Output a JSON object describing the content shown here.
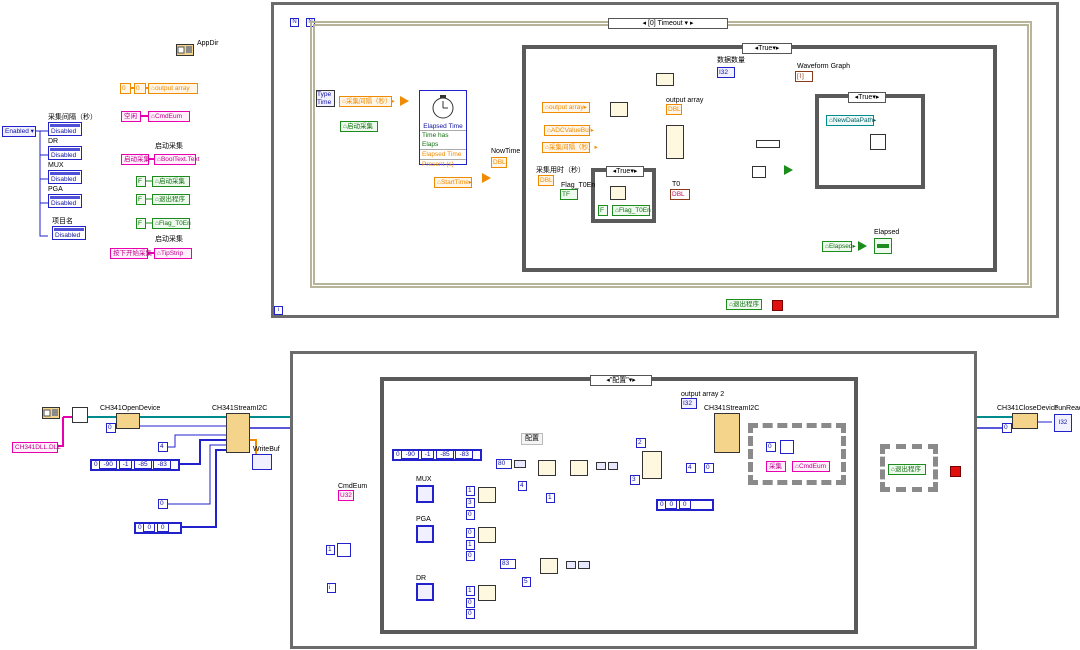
{
  "top": {
    "app_dir": "AppDir",
    "loop_index": "i",
    "loop_count": "N",
    "event_selector": "[0] Timeout",
    "case_outer": "True",
    "case_inner": "True",
    "case_t0": "True",
    "type_label": "Type",
    "time_label": "Time",
    "elapsed_title": "Elapsed Time",
    "elapsed_outputs": [
      "Time has Elaps",
      "Elapsed Time",
      "Present (s)"
    ],
    "controls": {
      "sample_interval": "采集间隔（秒）",
      "start_sampling": "启动采集",
      "start_time": "StartTime",
      "output_array_ref": "output array",
      "adc_value_buf": "ADCValueBuf",
      "sample_interval2": "采集间隔（秒）",
      "flag_t0en_ref": "Flag_T0En",
      "new_data_path": "NewDataPath",
      "elapsed_ref": "Elapsed",
      "exit_ref": "退出程序"
    },
    "labels": {
      "now_time": "NowTime",
      "sample_time_used": "采集用时（秒）",
      "flag_t0en": "Flag_T0En",
      "t0": "T0",
      "data_count": "数据数量",
      "output_array": "output array",
      "waveform_graph": "Waveform Graph",
      "elapsed": "Elapsed",
      "dbl": "DBL",
      "tf": "TF",
      "i32": "I32"
    }
  },
  "left_panel": {
    "enabled_value": "Enabled",
    "props": [
      {
        "label": "采集间隔（秒）",
        "value": "Disabled"
      },
      {
        "label": "DR",
        "value": "Disabled"
      },
      {
        "label": "MUX",
        "value": "Disabled"
      },
      {
        "label": "PGA",
        "value": "Disabled"
      },
      {
        "label": "项目名",
        "value": "Disabled"
      }
    ],
    "output_array_const": "0",
    "output_array_local": "output array",
    "idle_const": "空闲",
    "cmd_eum_local": "CmdEum",
    "start_sampling_label": "启动采集",
    "start_sampling_const": "启动采集",
    "bool_text": "BoolText.Text",
    "false_const": "F",
    "start_sampling_local": "启动采集",
    "exit_local": "退出程序",
    "flag_t0en_local": "Flag_T0En",
    "start_tip_label": "启动采集",
    "start_tip_const": "按下开始采集",
    "tip_strip": "TipStrip"
  },
  "bottom": {
    "dll_path": "CH341DLL.DLL",
    "open_device": "CH341OpenDevice",
    "stream_i2c": "CH341StreamI2C",
    "stream_i2c2": "CH341StreamI2C",
    "close_device": "CH341CloseDevice",
    "fun_read": "FunRead",
    "write_buf": "WriteBuf",
    "output_array2": "output array 2",
    "event_selector": "\"配置\"",
    "cmd_eum": "CmdEum",
    "cmd_eum_type": "U32",
    "config_label": "配置",
    "mux": "MUX",
    "pga": "PGA",
    "dr": "DR",
    "sample_const": "采集",
    "cmd_eum_local2": "CmdEum",
    "exit_local": "退出程序",
    "array1": [
      "-90",
      "-1",
      "-85",
      "-83"
    ],
    "array2": [
      "-90",
      "-1",
      "-85",
      "-83"
    ],
    "array3": [
      "0",
      "0"
    ],
    "array4": [
      "0",
      "0"
    ],
    "array_idx": "0",
    "consts": {
      "c0a": "0",
      "c4": "4",
      "c0b": "0",
      "c2": "2",
      "c3": "3",
      "c4b": "4",
      "c0c": "0",
      "c1": "1",
      "c0d": "0",
      "c3b": "3",
      "c0e": "0",
      "c1b": "1",
      "c5": "5",
      "c0f": "0",
      "c0g": "0",
      "h80": "80",
      "h83": "83",
      "c1c": "1",
      "c1d": "1",
      "c1e": "1",
      "ci": "i",
      "c0h": "0"
    }
  }
}
